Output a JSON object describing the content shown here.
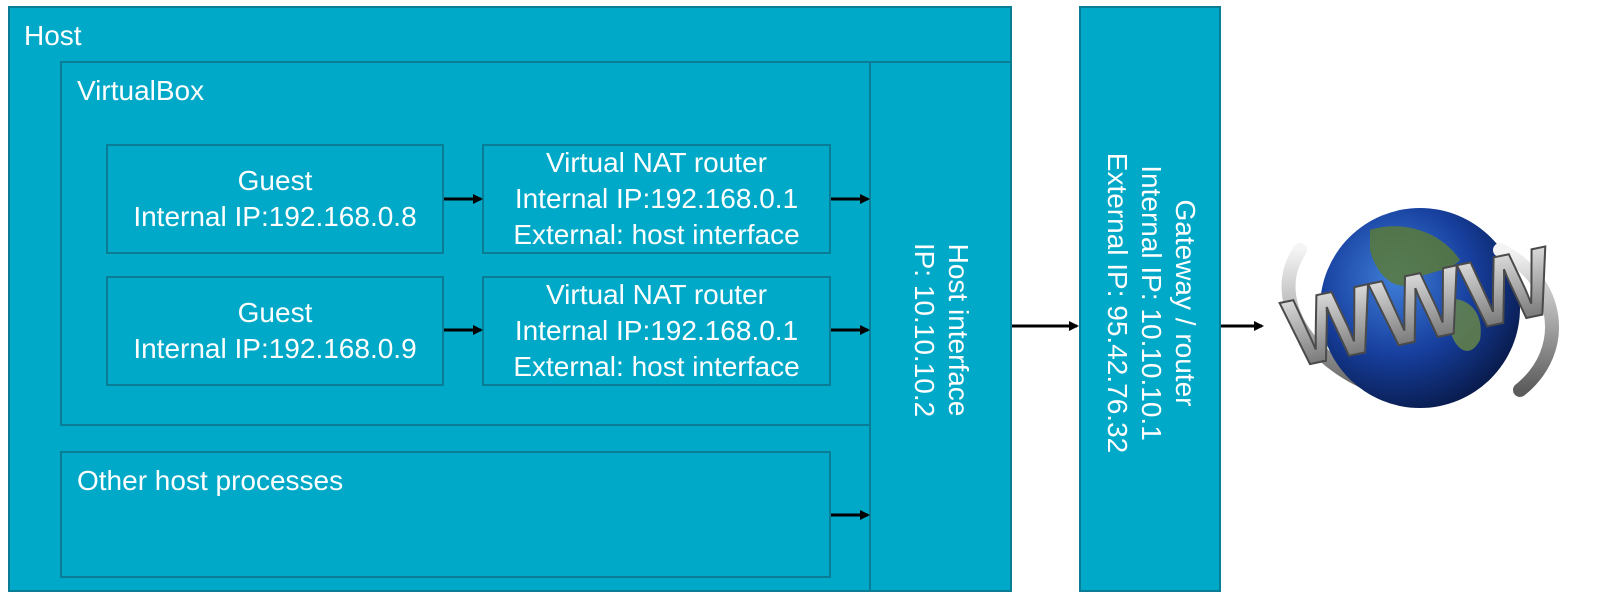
{
  "host": {
    "label": "Host"
  },
  "virtualbox": {
    "label": "VirtualBox"
  },
  "guests": [
    {
      "title": "Guest",
      "ip": "Internal IP:192.168.0.8"
    },
    {
      "title": "Guest",
      "ip": "Internal IP:192.168.0.9"
    }
  ],
  "nat_routers": [
    {
      "title": "Virtual NAT router",
      "internal": "Internal IP:192.168.0.1",
      "external": "External: host interface"
    },
    {
      "title": "Virtual NAT router",
      "internal": "Internal IP:192.168.0.1",
      "external": "External: host interface"
    }
  ],
  "other_processes": {
    "label": "Other host processes"
  },
  "host_interface": {
    "line1": "Host interface",
    "line2": "IP: 10.10.10.2"
  },
  "gateway": {
    "line1": "Gateway / router",
    "line2": "Internal IP: 10.10.10.1",
    "line3": "External IP: 95.42.76.32"
  },
  "internet": {
    "logo_text": "WWW",
    "icon": "globe-www-icon"
  },
  "colors": {
    "box_fill": "#00a9c8",
    "box_border": "#0a7d96",
    "text": "#ffffff",
    "arrow": "#000000"
  }
}
